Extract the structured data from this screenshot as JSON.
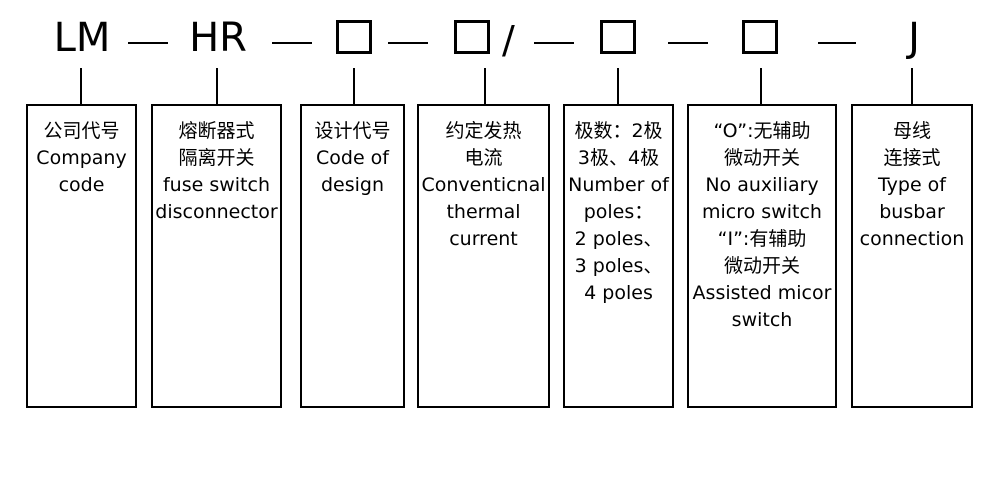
{
  "codes": {
    "prefix": "LM",
    "type": "HR",
    "slash": "/",
    "suffix": "J"
  },
  "boxes": [
    {
      "lines": [
        "公司代号",
        "Company",
        "code"
      ]
    },
    {
      "lines": [
        "熔断器式",
        "隔离开关",
        "fuse switch",
        "disconnector"
      ]
    },
    {
      "lines": [
        "设计代号",
        "Code of",
        "design"
      ]
    },
    {
      "lines": [
        "约定发热",
        "电流",
        "Conventicnal",
        "thermal",
        "current"
      ]
    },
    {
      "lines": [
        "极数：2极",
        "3极、4极",
        "Number of",
        "poles：",
        "2 poles、",
        "3 poles、",
        "4 poles"
      ]
    },
    {
      "lines": [
        "“O”:无辅助",
        "微动开关",
        "No auxiliary",
        "micro switch",
        "“I”:有辅助",
        "微动开关",
        "Assisted micor",
        "switch"
      ]
    },
    {
      "lines": [
        "母线",
        "连接式",
        "Type of",
        "busbar",
        "connection"
      ]
    }
  ]
}
